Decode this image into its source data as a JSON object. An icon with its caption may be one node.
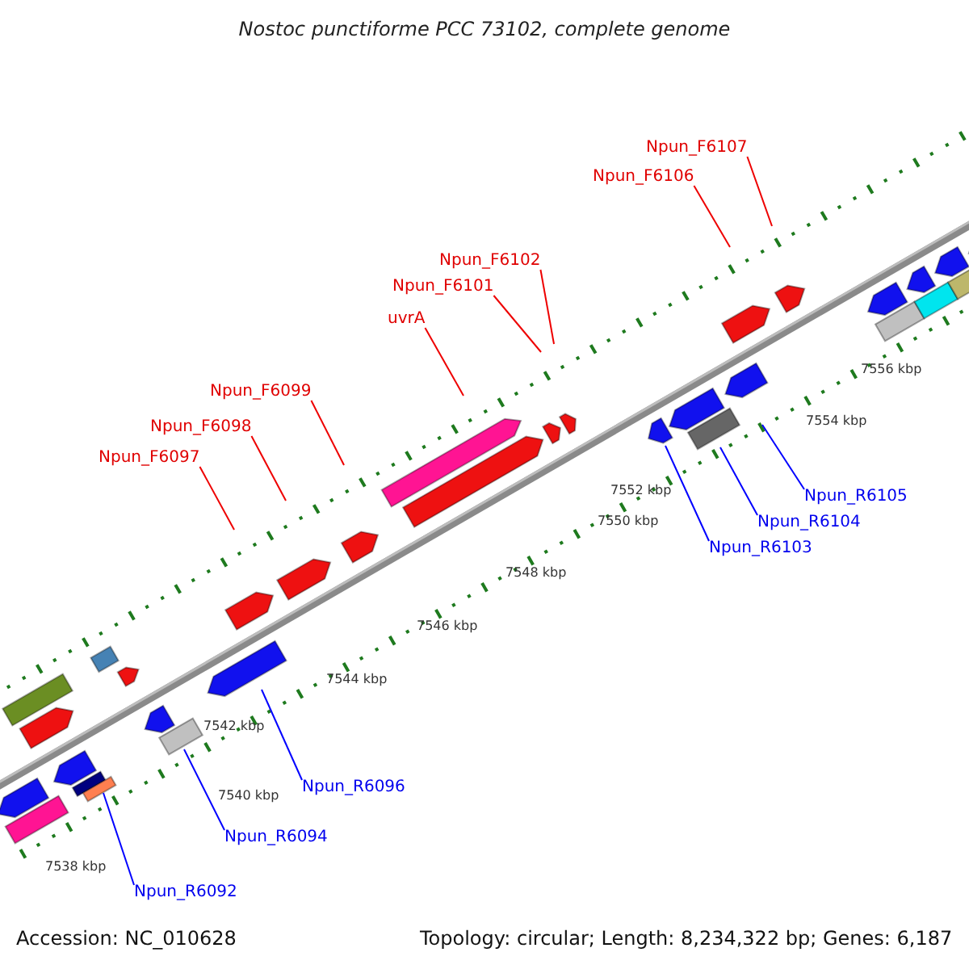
{
  "diagram": {
    "title": "Nostoc punctiforme PCC 73102, complete genome",
    "nodes": [
      {
        "text": [
          "Npun_F6107"
        ]
      },
      {
        "text": [
          "Npun_F6106"
        ]
      },
      {
        "text": [
          "Npun_F6102"
        ]
      },
      {
        "text": [
          "Npun_F6101"
        ]
      },
      {
        "text": [
          "uvrA"
        ]
      },
      {
        "text": [
          "Npun_F6099"
        ]
      },
      {
        "text": [
          "Npun_F6098"
        ]
      },
      {
        "text": [
          "Npun_F6097"
        ]
      },
      {
        "text": [
          "Npun_R6105"
        ]
      },
      {
        "text": [
          "Npun_R6104"
        ]
      },
      {
        "text": [
          "Npun_R6103"
        ]
      },
      {
        "text": [
          "Npun_R6096"
        ]
      },
      {
        "text": [
          "Npun_R6094"
        ]
      },
      {
        "text": [
          "Npun_R6092"
        ]
      }
    ],
    "edges": [
      {
        "from": 0,
        "to": null,
        "arrow": "none"
      },
      {
        "from": 1,
        "to": null,
        "arrow": "none"
      },
      {
        "from": 2,
        "to": null,
        "arrow": "none"
      },
      {
        "from": 3,
        "to": null,
        "arrow": "none"
      },
      {
        "from": 4,
        "to": null,
        "arrow": "none"
      },
      {
        "from": 5,
        "to": null,
        "arrow": "none"
      },
      {
        "from": 6,
        "to": null,
        "arrow": "none"
      },
      {
        "from": 7,
        "to": null,
        "arrow": "none"
      },
      {
        "from": 8,
        "to": null,
        "arrow": "none",
        "color": "#0000ff"
      },
      {
        "from": 9,
        "to": null,
        "arrow": "none",
        "color": "#0000ff"
      },
      {
        "from": 10,
        "to": null,
        "arrow": "none",
        "color": "#0000ff"
      },
      {
        "from": 11,
        "to": null,
        "arrow": "none",
        "color": "#0000ff"
      },
      {
        "from": 12,
        "to": null,
        "arrow": "none",
        "color": "#0000ff"
      },
      {
        "from": 13,
        "to": null,
        "arrow": "none",
        "color": "#0000ff"
      }
    ],
    "labels": [
      "7556 kbp",
      "7554 kbp",
      "7552 kbp",
      "7550 kbp",
      "7548 kbp",
      "7546 kbp",
      "7544 kbp",
      "7542 kbp",
      "7540 kbp",
      "7538 kbp",
      "Accession: NC_010628",
      "Topology: circular; Length: 8,234,322 bp; Genes: 6,187"
    ]
  }
}
